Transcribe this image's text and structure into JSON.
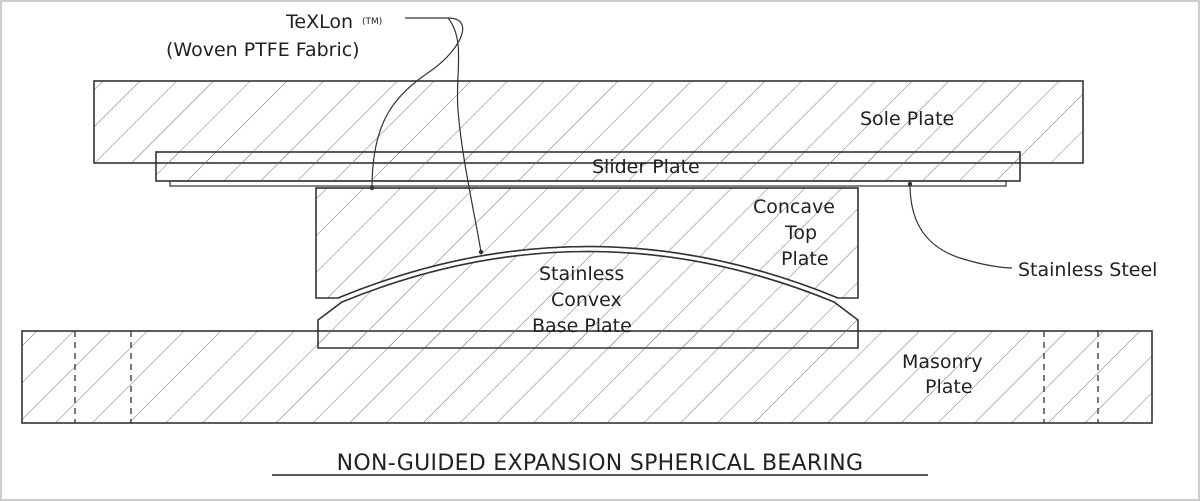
{
  "labels": {
    "texlon": "TeXLon",
    "texlon_tm": "(TM)",
    "woven": "(Woven PTFE Fabric)",
    "sole_plate": "Sole Plate",
    "slider_plate": "Slider Plate",
    "concave_line1": "Concave",
    "concave_line2": "Top",
    "concave_line3": "Plate",
    "convex_line1": "Stainless",
    "convex_line2": "Convex",
    "convex_line3": "Base Plate",
    "stainless_steel": "Stainless Steel",
    "masonry_line1": "Masonry",
    "masonry_line2": "Plate"
  },
  "title": "NON-GUIDED EXPANSION SPHERICAL BEARING",
  "colors": {
    "stroke": "#333333",
    "hatch": "#777777",
    "frame": "#cccccc",
    "background": "#ffffff"
  }
}
